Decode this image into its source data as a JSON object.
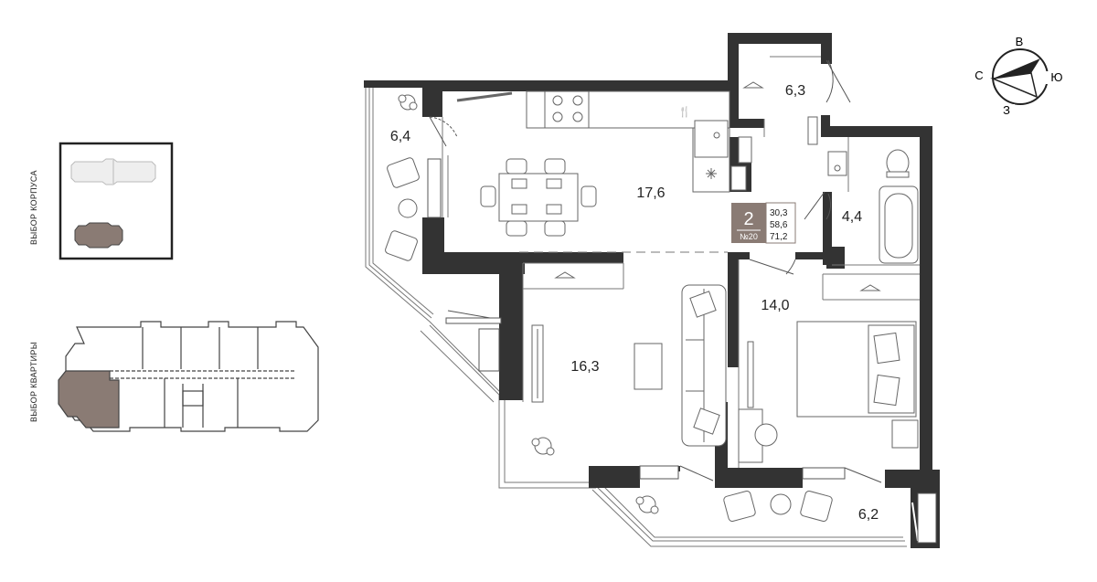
{
  "selectors": {
    "building_label": "ВЫБОР КОРПУСА",
    "apartment_label": "ВЫБОР КВАРТИРЫ"
  },
  "compass": {
    "north": "С",
    "east": "В",
    "south": "Ю",
    "west": "З"
  },
  "apartment": {
    "rooms_count": "2",
    "number": "№20",
    "living_area": "30,3",
    "total_area": "58,6",
    "full_area": "71,2"
  },
  "rooms": {
    "loggia_left": "6,4",
    "kitchen": "17,6",
    "hall": "6,3",
    "bathroom": "4,4",
    "living_room": "16,3",
    "bedroom": "14,0",
    "balcony_bottom": "6,2"
  },
  "colors": {
    "wall": "#333333",
    "selected": "#8a7b74",
    "building_fill": "#eeeeee",
    "badge_fill": "#8a7b74",
    "line": "#777777"
  }
}
